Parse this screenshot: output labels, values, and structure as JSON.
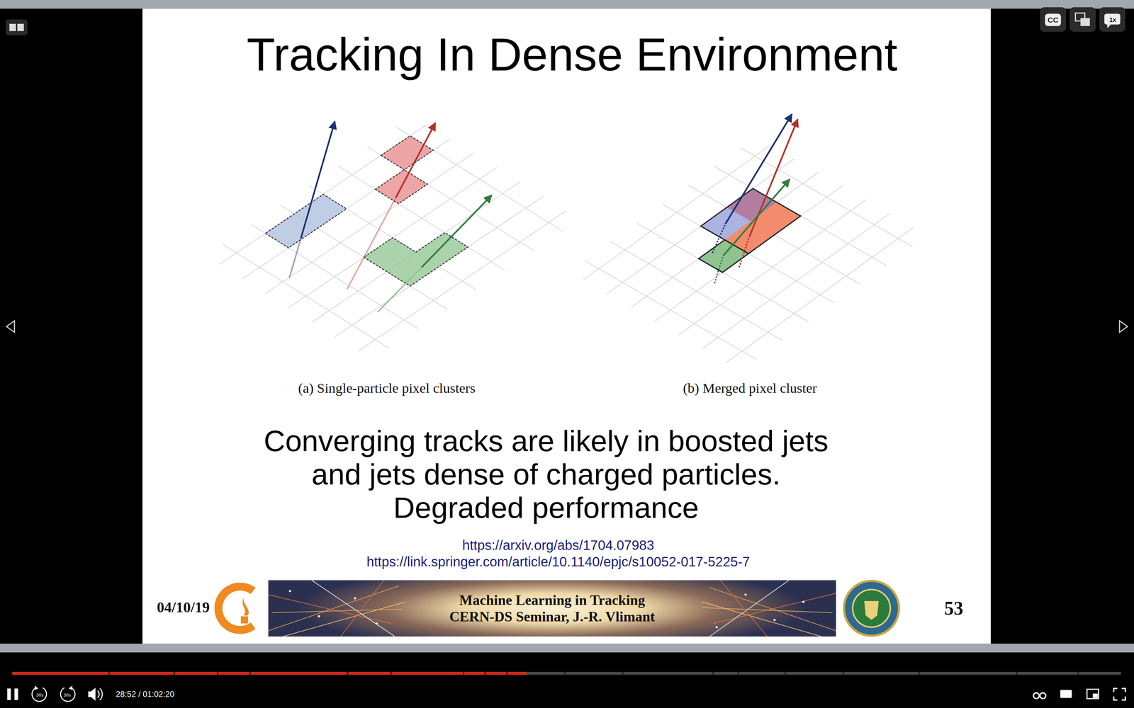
{
  "diagram": {
    "title": "Tracking In Dense Environment",
    "nodes": [
      {
        "text": [
          "Machine Learning in Tracking",
          "CERN-DS Seminar, J.-R. Vlimant"
        ]
      }
    ],
    "labels": [
      "(a) Single-particle pixel clusters",
      "(b) Merged pixel cluster",
      "Converging tracks are likely in boosted jets and jets dense of charged particles. Degraded performance",
      "https://arxiv.org/abs/1704.07983",
      "https://link.springer.com/article/10.1140/epjc/s10052-017-5225-7",
      "04/10/19",
      "53",
      "CC",
      "1x",
      "30s",
      "30s",
      "28:52 / 01:02:20"
    ]
  }
}
